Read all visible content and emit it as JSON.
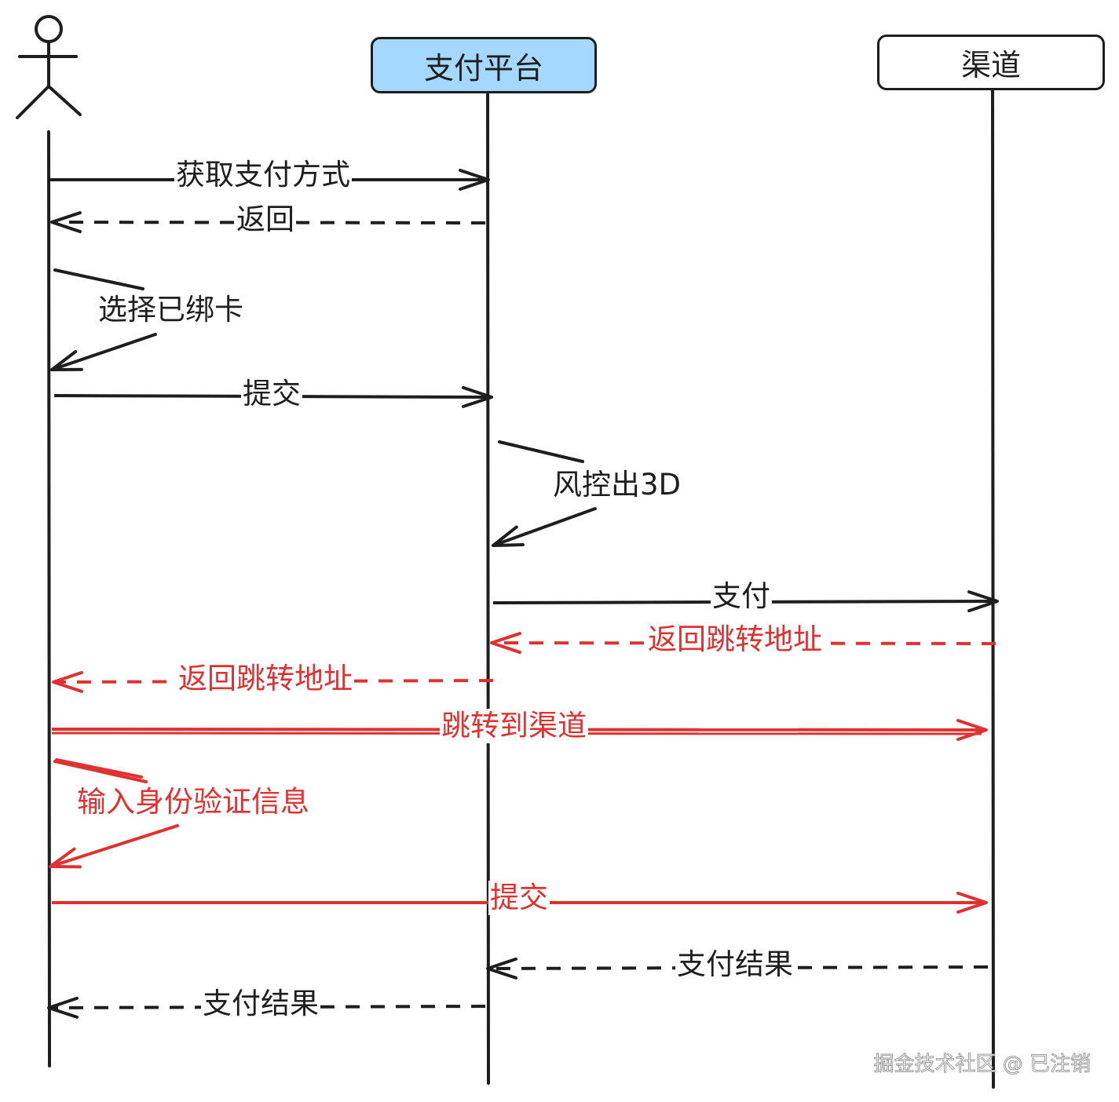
{
  "participants": {
    "user": {
      "label": ""
    },
    "platform": {
      "label": "支付平台",
      "fill": "#a5d8ff"
    },
    "channel": {
      "label": "渠道",
      "fill": "#ffffff"
    }
  },
  "colors": {
    "ink": "#1e1e1e",
    "highlight": "#e03131"
  },
  "messages": [
    {
      "id": "m1",
      "text": "获取支付方式",
      "from": "user",
      "to": "platform",
      "style": "solid",
      "color": "ink"
    },
    {
      "id": "m2",
      "text": "返回",
      "from": "platform",
      "to": "user",
      "style": "dashed",
      "color": "ink"
    },
    {
      "id": "m3",
      "text": "选择已绑卡",
      "from": "user",
      "to": "user",
      "style": "self",
      "color": "ink"
    },
    {
      "id": "m4",
      "text": "提交",
      "from": "user",
      "to": "platform",
      "style": "solid",
      "color": "ink"
    },
    {
      "id": "m5",
      "text": "风控出3D",
      "from": "platform",
      "to": "platform",
      "style": "self",
      "color": "ink"
    },
    {
      "id": "m6",
      "text": "支付",
      "from": "platform",
      "to": "channel",
      "style": "solid",
      "color": "ink"
    },
    {
      "id": "m7",
      "text": "返回跳转地址",
      "from": "channel",
      "to": "platform",
      "style": "dashed",
      "color": "highlight"
    },
    {
      "id": "m8",
      "text": "返回跳转地址",
      "from": "platform",
      "to": "user",
      "style": "dashed",
      "color": "highlight"
    },
    {
      "id": "m9",
      "text": "跳转到渠道",
      "from": "user",
      "to": "channel",
      "style": "solid",
      "color": "highlight"
    },
    {
      "id": "m10",
      "text": "输入身份验证信息",
      "from": "user",
      "to": "user",
      "style": "self",
      "color": "highlight"
    },
    {
      "id": "m11",
      "text": "提交",
      "from": "user",
      "to": "channel",
      "style": "solid",
      "color": "highlight"
    },
    {
      "id": "m12",
      "text": "支付结果",
      "from": "channel",
      "to": "platform",
      "style": "dashed",
      "color": "ink"
    },
    {
      "id": "m13",
      "text": "支付结果",
      "from": "platform",
      "to": "user",
      "style": "dashed",
      "color": "ink"
    }
  ],
  "watermark": "掘金技术社区 @ 已注销"
}
